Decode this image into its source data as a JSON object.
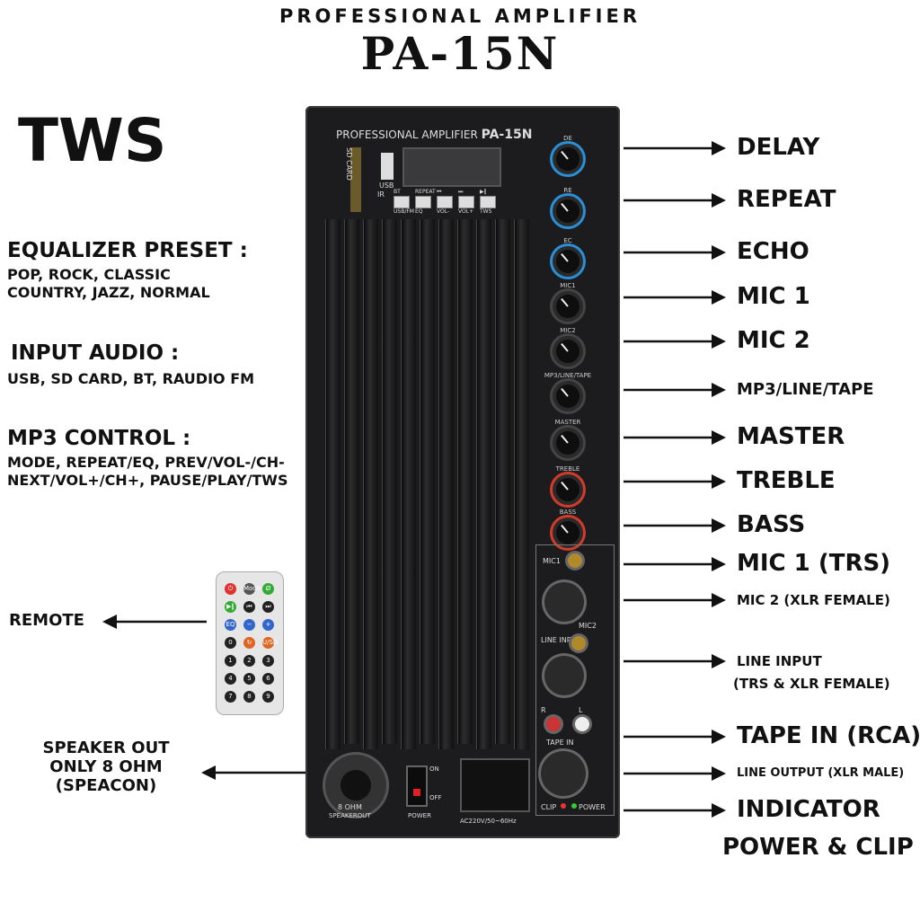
{
  "header": {
    "subtitle": "PROFESSIONAL AMPLIFIER",
    "model": "PA-15N"
  },
  "tws": "TWS",
  "sections": [
    {
      "title": "EQUALIZER PRESET :",
      "lines": [
        "POP, ROCK, CLASSIC",
        "COUNTRY, JAZZ, NORMAL"
      ]
    },
    {
      "title": "INPUT AUDIO :",
      "lines": [
        "USB, SD CARD, BT, RAUDIO FM"
      ]
    },
    {
      "title": "MP3 CONTROL :",
      "lines": [
        "MODE, REPEAT/EQ, PREV/VOL-/CH-",
        "NEXT/VOL+/CH+, PAUSE/PLAY/TWS"
      ]
    }
  ],
  "left_labels": {
    "remote": "REMOTE",
    "speaker": [
      "SPEAKER OUT",
      "ONLY 8 OHM",
      "(SPEACON)"
    ]
  },
  "right_labels": [
    "DELAY",
    "REPEAT",
    "ECHO",
    "MIC 1",
    "MIC 2",
    "MP3/LINE/TAPE",
    "MASTER",
    "TREBLE",
    "BASS",
    "MIC 1 (TRS)",
    "MIC 2 (XLR FEMALE)",
    "LINE INPUT",
    "(TRS & XLR FEMALE)",
    "TAPE IN (RCA)",
    "LINE OUTPUT (XLR MALE)",
    "INDICATOR",
    "POWER & CLIP"
  ],
  "panel": {
    "title_small": "PROFESSIONAL AMPLIFIER",
    "title_model": "PA-15N",
    "sd_card": "SD CARD",
    "usb": "USB",
    "ir": "IR",
    "buttons": [
      "USB/FM",
      "EQ",
      "VOL-",
      "VOL+",
      "TWS"
    ],
    "buttons_top": [
      "BT",
      "REPEAT",
      "⏮",
      "⏭",
      "▶‖"
    ],
    "knobs": [
      "DE",
      "RE",
      "EC",
      "MIC1",
      "MIC2",
      "MP3/LINE/TAPE",
      "MASTER",
      "TREBLE",
      "BASS"
    ],
    "jack_labels": [
      "MIC1",
      "MIC2",
      "LINE INPUT",
      "R",
      "L",
      "TAPE IN",
      "CLIP",
      "POWER"
    ],
    "speaker_text": [
      "8 OHM",
      "SPEAKEROUT"
    ],
    "power_text": [
      "ON",
      "OFF",
      "POWER"
    ],
    "ac_text": "AC220V/50~60Hz"
  },
  "remote_buttons": [
    "⏻",
    "Mode",
    "Ø",
    "▶‖",
    "⏮",
    "⏭",
    "EQ",
    "−",
    "+",
    "0",
    "↻",
    "U/SD",
    "1",
    "2",
    "3",
    "4",
    "5",
    "6",
    "7",
    "8",
    "9"
  ],
  "colors": {
    "knob_blue": "#2a8fd6",
    "knob_red": "#d23a2a",
    "panel": "#1c1c1e"
  }
}
